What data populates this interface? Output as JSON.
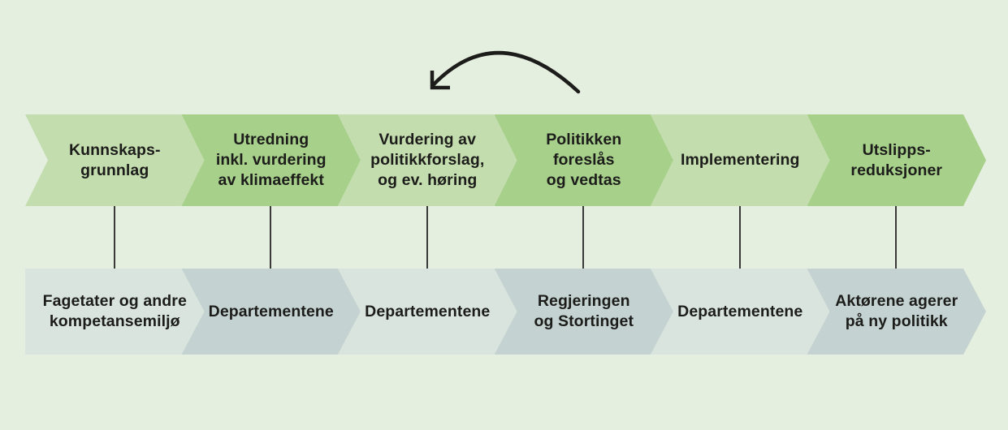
{
  "figure_name": "policy-process-flow",
  "colors": {
    "background": "#e5efdf",
    "top_light": "#c4ddae",
    "top_dark": "#a7d08b",
    "bottom_light": "#d9e4de",
    "bottom_dark": "#c4d3d1",
    "connector": "#3a3a38",
    "arrow": "#1c1c1a",
    "text": "#1c1c1a"
  },
  "top_row": {
    "segments": [
      {
        "label": "Kunnskaps-\ngrunnlag",
        "tone": "light"
      },
      {
        "label": "Utredning\ninkl. vurdering\nav klimaeffekt",
        "tone": "dark"
      },
      {
        "label": "Vurdering av\npolitikkforslag,\nog ev. høring",
        "tone": "light"
      },
      {
        "label": "Politikken\nforeslås\nog vedtas",
        "tone": "dark"
      },
      {
        "label": "Implementering",
        "tone": "light"
      },
      {
        "label": "Utslipps-\nreduksjoner",
        "tone": "dark"
      }
    ]
  },
  "bottom_row": {
    "segments": [
      {
        "label": "Fagetater og andre\nkompetansemiljø",
        "tone": "light"
      },
      {
        "label": "Departementene",
        "tone": "dark"
      },
      {
        "label": "Departementene",
        "tone": "light"
      },
      {
        "label": "Regjeringen\nog Stortinget",
        "tone": "dark"
      },
      {
        "label": "Departementene",
        "tone": "light"
      },
      {
        "label": "Aktørene agerer\npå ny politikk",
        "tone": "dark"
      }
    ]
  },
  "feedback_arrow": {
    "meaning": "loop from decision back to assessment"
  }
}
